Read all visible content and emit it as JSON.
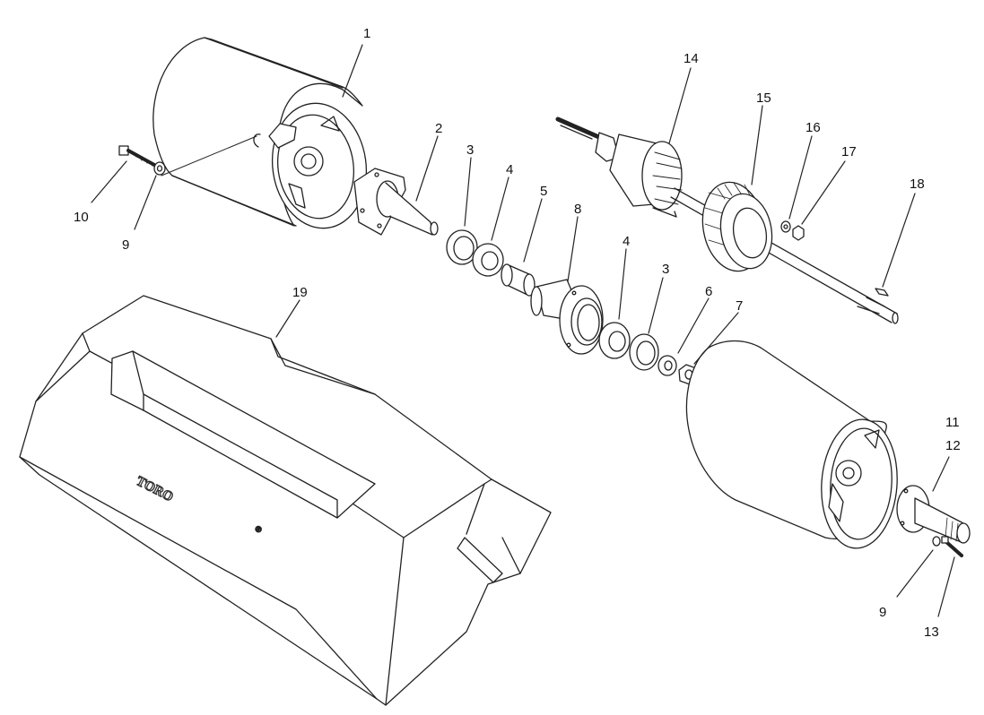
{
  "diagram": {
    "callouts": [
      {
        "id": "c1",
        "label": "1"
      },
      {
        "id": "c2",
        "label": "2"
      },
      {
        "id": "c3a",
        "label": "3"
      },
      {
        "id": "c4a",
        "label": "4"
      },
      {
        "id": "c5",
        "label": "5"
      },
      {
        "id": "c8",
        "label": "8"
      },
      {
        "id": "c4b",
        "label": "4"
      },
      {
        "id": "c3b",
        "label": "3"
      },
      {
        "id": "c6",
        "label": "6"
      },
      {
        "id": "c7",
        "label": "7"
      },
      {
        "id": "c9a",
        "label": "9"
      },
      {
        "id": "c10",
        "label": "10"
      },
      {
        "id": "c14",
        "label": "14"
      },
      {
        "id": "c15",
        "label": "15"
      },
      {
        "id": "c16",
        "label": "16"
      },
      {
        "id": "c17",
        "label": "17"
      },
      {
        "id": "c18",
        "label": "18"
      },
      {
        "id": "c19",
        "label": "19"
      },
      {
        "id": "c11",
        "label": "11"
      },
      {
        "id": "c12",
        "label": "12"
      },
      {
        "id": "c9b",
        "label": "9"
      },
      {
        "id": "c13",
        "label": "13"
      }
    ],
    "logo": {
      "text": "TORO",
      "mark": "®"
    }
  }
}
